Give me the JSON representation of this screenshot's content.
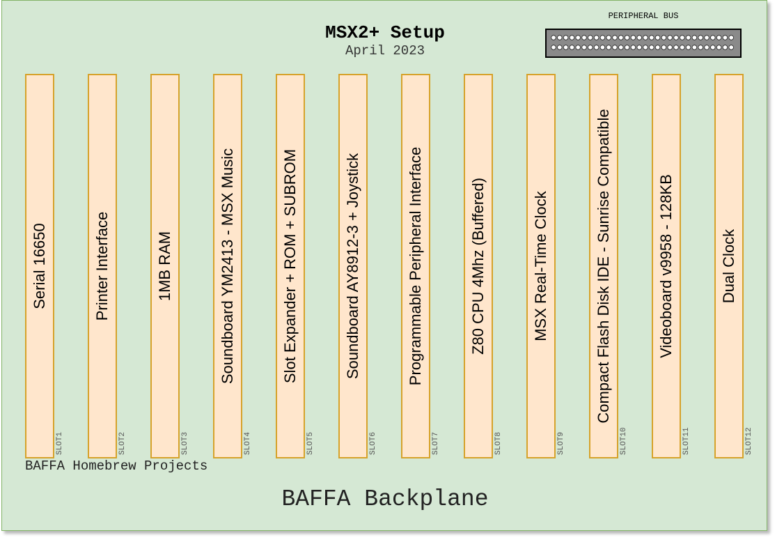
{
  "title": "MSX2+ Setup",
  "subtitle": "April 2023",
  "bus": {
    "label": "PERIPHERAL BUS",
    "rows": 2,
    "pins_per_row": 30
  },
  "slots": [
    {
      "id": "SLOT1",
      "label": "Serial 16650"
    },
    {
      "id": "SLOT2",
      "label": "Printer Interface"
    },
    {
      "id": "SLOT3",
      "label": "1MB RAM"
    },
    {
      "id": "SLOT4",
      "label": "Soundboard YM2413 - MSX Music"
    },
    {
      "id": "SLOT5",
      "label": "Slot Expander + ROM + SUBROM"
    },
    {
      "id": "SLOT6",
      "label": "Soundboard AY8912-3 + Joystick"
    },
    {
      "id": "SLOT7",
      "label": "Programmable Peripheral Interface"
    },
    {
      "id": "SLOT8",
      "label": "Z80 CPU 4Mhz (Buffered)"
    },
    {
      "id": "SLOT9",
      "label": "MSX Real-Time Clock"
    },
    {
      "id": "SLOT10",
      "label": "Compact Flash Disk IDE - Sunrise Compatible"
    },
    {
      "id": "SLOT11",
      "label": "Videoboard v9958 - 128KB"
    },
    {
      "id": "SLOT12",
      "label": "Dual Clock"
    }
  ],
  "credit": "BAFFA Homebrew Projects",
  "footer": "BAFFA Backplane",
  "colors": {
    "board_fill": "#d5e8d4",
    "board_border": "#82b366",
    "slot_fill": "#ffe6cc",
    "slot_border": "#d6a22a",
    "bus_fill": "#8a8a8a"
  }
}
